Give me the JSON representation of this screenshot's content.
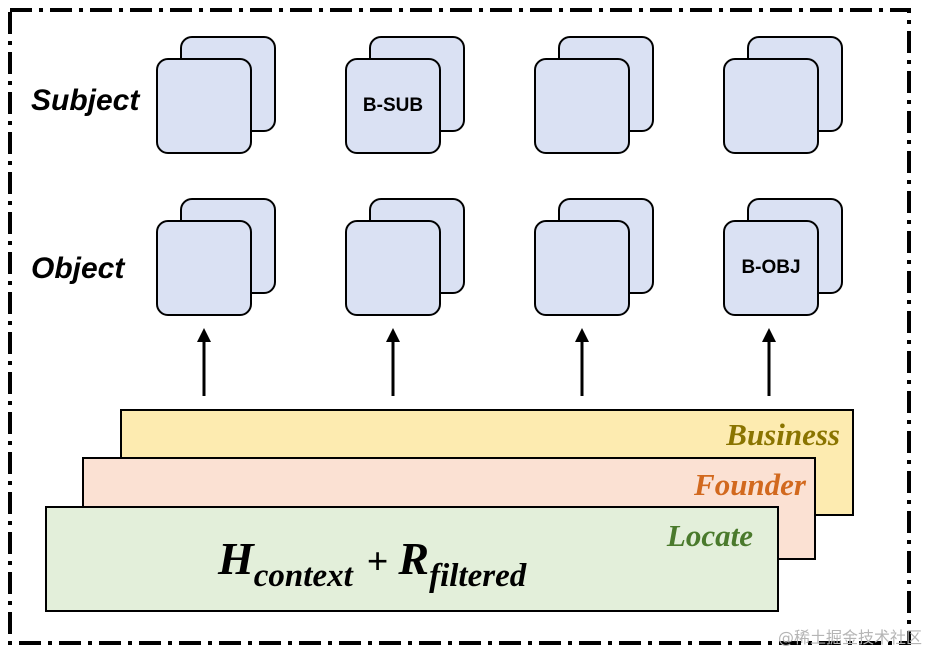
{
  "rows": {
    "subject_label": "Subject",
    "object_label": "Object"
  },
  "subject_cells": [
    "",
    "B-SUB",
    "",
    ""
  ],
  "object_cells": [
    "",
    "",
    "",
    "B-OBJ"
  ],
  "layers": [
    {
      "label": "Business",
      "color": "#8a7400",
      "fill": "#fdebb0"
    },
    {
      "label": "Founder",
      "color": "#d2691e",
      "fill": "#fbe1d3"
    },
    {
      "label": "Locate",
      "color": "#4a7a2c",
      "fill": "#e3efda"
    }
  ],
  "formula": {
    "h": "H",
    "h_sub": "context",
    "plus": "+",
    "r": "R",
    "r_sub": "filtered"
  },
  "watermark": "@稀土掘金技术社区",
  "colors": {
    "card_fill": "#dae1f3",
    "border": "#000000"
  }
}
